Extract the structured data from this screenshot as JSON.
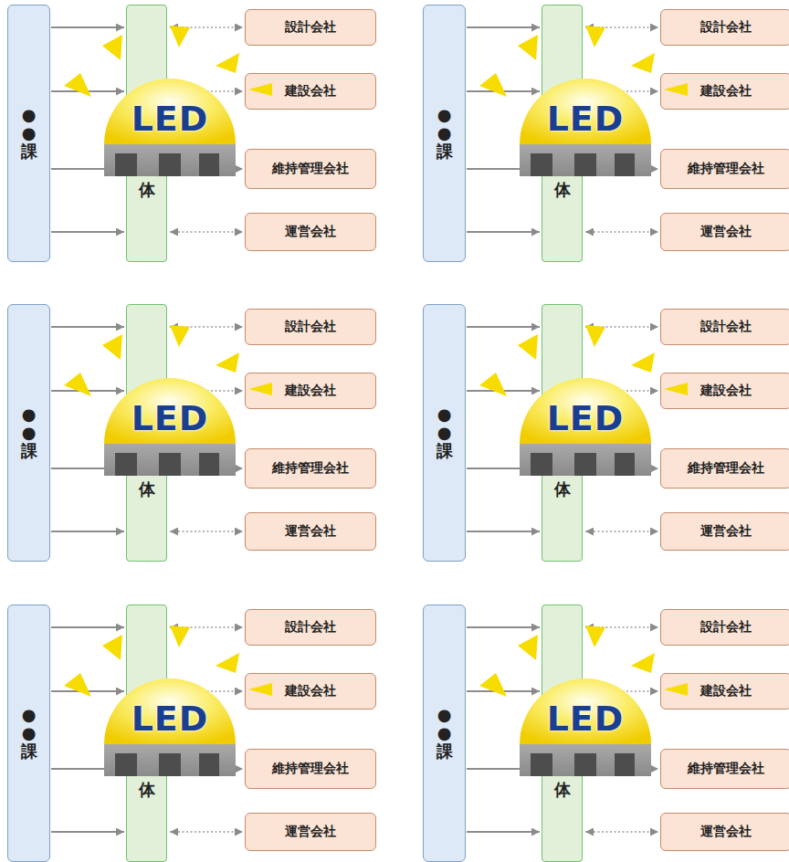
{
  "diagram": {
    "nodes": [
      {
        "text": [
          "●●課"
        ]
      },
      {
        "text": [
          "体"
        ]
      },
      {
        "text": [
          "設計会社"
        ]
      },
      {
        "text": [
          "建設会社"
        ]
      },
      {
        "text": [
          "維持管理会社"
        ]
      },
      {
        "text": [
          "運営会社"
        ]
      },
      {
        "text": [
          "●●課"
        ]
      },
      {
        "text": [
          "体"
        ]
      },
      {
        "text": [
          "設計会社"
        ]
      },
      {
        "text": [
          "建設会社"
        ]
      },
      {
        "text": [
          "維持管理会社"
        ]
      },
      {
        "text": [
          "運営会社"
        ]
      },
      {
        "text": [
          "●●課"
        ]
      },
      {
        "text": [
          "体"
        ]
      },
      {
        "text": [
          "設計会社"
        ]
      },
      {
        "text": [
          "建設会社"
        ]
      },
      {
        "text": [
          "維持管理会社"
        ]
      },
      {
        "text": [
          "運営会社"
        ]
      },
      {
        "text": [
          "●●課"
        ]
      },
      {
        "text": [
          "体"
        ]
      },
      {
        "text": [
          "設計会社"
        ]
      },
      {
        "text": [
          "建設会社"
        ]
      },
      {
        "text": [
          "維持管理会社"
        ]
      },
      {
        "text": [
          "運営会社"
        ]
      },
      {
        "text": [
          "●●課"
        ]
      },
      {
        "text": [
          "体"
        ]
      },
      {
        "text": [
          "設計会社"
        ]
      },
      {
        "text": [
          "建設会社"
        ]
      },
      {
        "text": [
          "維持管理会社"
        ]
      },
      {
        "text": [
          "運営会社"
        ]
      },
      {
        "text": [
          "●●課"
        ]
      },
      {
        "text": [
          "体"
        ]
      },
      {
        "text": [
          "設計会社"
        ]
      },
      {
        "text": [
          "建設会社"
        ]
      },
      {
        "text": [
          "維持管理会社"
        ]
      },
      {
        "text": [
          "運営会社"
        ]
      }
    ],
    "edges": [
      {
        "from": 0,
        "to": 1,
        "arrow": "to"
      },
      {
        "from": 0,
        "to": 1,
        "arrow": "to"
      },
      {
        "from": 0,
        "to": 1,
        "arrow": "to"
      },
      {
        "from": 0,
        "to": 1,
        "arrow": "to"
      },
      {
        "from": 1,
        "to": 2,
        "arrow": "both"
      },
      {
        "from": 1,
        "to": 3,
        "arrow": "both"
      },
      {
        "from": 1,
        "to": 4,
        "arrow": "both"
      },
      {
        "from": 1,
        "to": 5,
        "arrow": "both"
      },
      {
        "from": 6,
        "to": 7,
        "arrow": "to"
      },
      {
        "from": 6,
        "to": 7,
        "arrow": "to"
      },
      {
        "from": 6,
        "to": 7,
        "arrow": "to"
      },
      {
        "from": 6,
        "to": 7,
        "arrow": "to"
      },
      {
        "from": 7,
        "to": 8,
        "arrow": "both"
      },
      {
        "from": 7,
        "to": 9,
        "arrow": "both"
      },
      {
        "from": 7,
        "to": 10,
        "arrow": "both"
      },
      {
        "from": 7,
        "to": 11,
        "arrow": "both"
      },
      {
        "from": 12,
        "to": 13,
        "arrow": "to"
      },
      {
        "from": 12,
        "to": 13,
        "arrow": "to"
      },
      {
        "from": 12,
        "to": 13,
        "arrow": "to"
      },
      {
        "from": 12,
        "to": 13,
        "arrow": "to"
      },
      {
        "from": 13,
        "to": 14,
        "arrow": "both"
      },
      {
        "from": 13,
        "to": 15,
        "arrow": "both"
      },
      {
        "from": 13,
        "to": 16,
        "arrow": "both"
      },
      {
        "from": 13,
        "to": 17,
        "arrow": "both"
      },
      {
        "from": 18,
        "to": 19,
        "arrow": "to"
      },
      {
        "from": 18,
        "to": 19,
        "arrow": "to"
      },
      {
        "from": 18,
        "to": 19,
        "arrow": "to"
      },
      {
        "from": 18,
        "to": 19,
        "arrow": "to"
      },
      {
        "from": 19,
        "to": 20,
        "arrow": "both"
      },
      {
        "from": 19,
        "to": 21,
        "arrow": "both"
      },
      {
        "from": 19,
        "to": 22,
        "arrow": "both"
      },
      {
        "from": 19,
        "to": 23,
        "arrow": "both"
      },
      {
        "from": 24,
        "to": 25,
        "arrow": "to"
      },
      {
        "from": 24,
        "to": 25,
        "arrow": "to"
      },
      {
        "from": 24,
        "to": 25,
        "arrow": "to"
      },
      {
        "from": 24,
        "to": 25,
        "arrow": "to"
      },
      {
        "from": 25,
        "to": 26,
        "arrow": "both"
      },
      {
        "from": 25,
        "to": 27,
        "arrow": "both"
      },
      {
        "from": 25,
        "to": 28,
        "arrow": "both"
      },
      {
        "from": 25,
        "to": 29,
        "arrow": "both"
      },
      {
        "from": 30,
        "to": 31,
        "arrow": "to"
      },
      {
        "from": 30,
        "to": 31,
        "arrow": "to"
      },
      {
        "from": 30,
        "to": 31,
        "arrow": "to"
      },
      {
        "from": 30,
        "to": 31,
        "arrow": "to"
      },
      {
        "from": 31,
        "to": 32,
        "arrow": "both"
      },
      {
        "from": 31,
        "to": 33,
        "arrow": "both"
      },
      {
        "from": 31,
        "to": 34,
        "arrow": "both"
      },
      {
        "from": 31,
        "to": 35,
        "arrow": "both"
      }
    ],
    "labels": [
      "LED",
      "LED",
      "LED",
      "LED",
      "LED",
      "LED"
    ]
  }
}
